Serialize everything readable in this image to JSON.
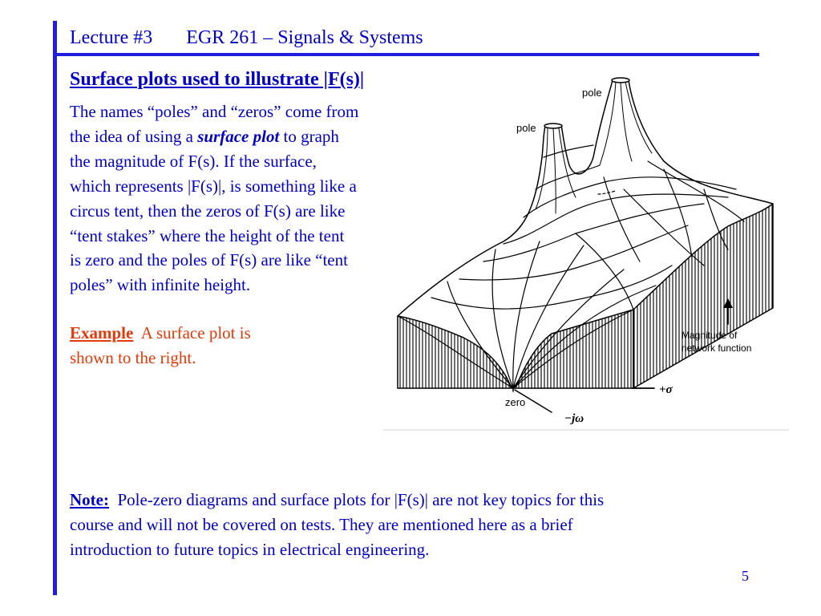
{
  "header": {
    "lecture": "Lecture #3",
    "course": "EGR 261 – Signals & Systems"
  },
  "subtitle": "Surface plots used to illustrate |F(s)|",
  "body": {
    "line1": "The names “poles” and “zeros” come from",
    "line2_before": "the idea of using a ",
    "line2_emph": "surface plot",
    "line2_after": " to graph",
    "line3": "the magnitude of F(s).  If the surface,",
    "line4": "which represents |F(s)|, is something like a",
    "line5": "circus tent, then the zeros of F(s) are like",
    "line6": "“tent stakes” where the height of the tent",
    "line7": "is zero and the poles of F(s) are like “tent",
    "line8": "poles” with infinite height."
  },
  "example": {
    "label": "Example",
    "line1": "  A surface plot is",
    "line2": "shown to the right."
  },
  "figure": {
    "pole_top": "pole",
    "pole_left": "pole",
    "zero": "zero",
    "axis_sigma": "+σ",
    "axis_jw": "−jω",
    "magnitude_line1": "Magnitude of",
    "magnitude_line2": "network function"
  },
  "note": {
    "label": "Note:",
    "line1": "  Pole-zero diagrams and surface plots for |F(s)| are not key topics for this",
    "line2": "course and will not be covered on tests.  They are mentioned here as a brief",
    "line3": "introduction to future topics in electrical engineering."
  },
  "page_number": "5",
  "colors": {
    "text_blue": "#0000c8",
    "accent_bar": "#1f1fdc",
    "example_red": "#e03a0a"
  }
}
